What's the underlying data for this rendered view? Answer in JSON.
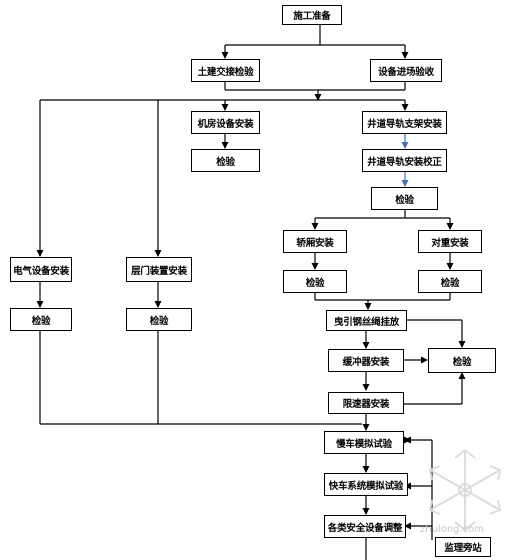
{
  "nodes": {
    "start": "施工准备",
    "civil_handover": "土建交接检验",
    "equipment_inspection": "设备进场验收",
    "machine_room": "机房设备安装",
    "machine_room_check": "检验",
    "rail_bracket": "井道导轨支架安装",
    "rail_align": "井道导轨安装校正",
    "rail_check": "检验",
    "car_install": "轿厢安装",
    "car_check": "检验",
    "counterweight": "对重安装",
    "counterweight_check": "检验",
    "electrical": "电气设备安装",
    "electrical_check": "检验",
    "landing_door": "层门装置安装",
    "landing_door_check": "检验",
    "rope": "曳引钢丝绳挂放",
    "buffer": "缓冲器安装",
    "governor": "限速器安装",
    "buffer_governor_check": "检验",
    "slow_test": "慢车模拟试验",
    "fast_test": "快车系统模拟试验",
    "safety_adjust": "各类安全设备调整",
    "supervision": "监理旁站"
  },
  "watermark": "zhulong.com"
}
